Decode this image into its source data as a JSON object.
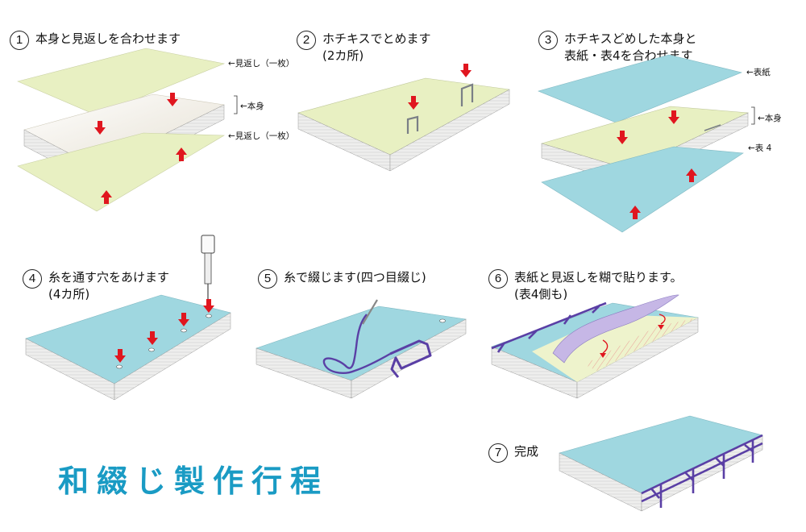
{
  "steps": [
    {
      "num": "1",
      "caption": "本身と見返しを合わせます"
    },
    {
      "num": "2",
      "caption": "ホチキスでとめます\n(2カ所)"
    },
    {
      "num": "3",
      "caption": "ホチキスどめした本身と\n表紙・表4を合わせます"
    },
    {
      "num": "4",
      "caption": "糸を通す穴をあけます\n(4カ所)"
    },
    {
      "num": "5",
      "caption": "糸で綴じます(四つ目綴じ)"
    },
    {
      "num": "6",
      "caption": "表紙と見返しを糊で貼ります。\n(表4側も)"
    },
    {
      "num": "7",
      "caption": "完成"
    }
  ],
  "labels": {
    "mikaeshi_top": "←見返し（一枚）",
    "honmi": "←本身",
    "mikaeshi_bottom": "←見返し（一枚）",
    "hyoshi": "←表紙",
    "honmi3": "←本身",
    "hyo4": "←表 4"
  },
  "title": "和綴じ製作行程",
  "colors": {
    "endpaper": "#e8f0c2",
    "cover": "#9fd7e0",
    "arrow": "#e0161f",
    "thread": "#5a3fa5",
    "title": "#1a9bc4"
  }
}
